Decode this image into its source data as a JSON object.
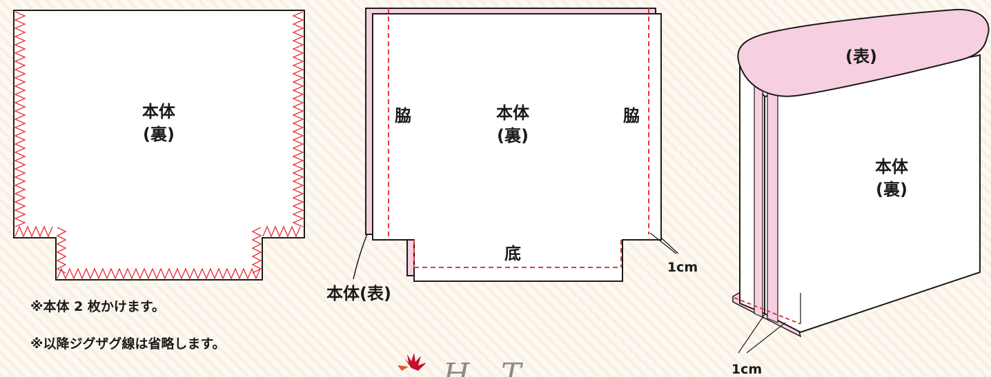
{
  "diagram1": {
    "body_label_line1": "本体",
    "body_label_line2": "(裏)",
    "note1": "※本体 2 枚かけます。",
    "note2": "※以降ジグザグ線は省略します。"
  },
  "diagram2": {
    "side_left": "脇",
    "side_right": "脇",
    "body_label_line1": "本体",
    "body_label_line2": "(裏)",
    "bottom_label": "底",
    "outer_label": "本体(表)",
    "seam_width": "1cm"
  },
  "diagram3": {
    "top_label": "(表)",
    "body_label_line1": "本体",
    "body_label_line2": "(裏)",
    "seam_width": "1cm"
  },
  "logo": {
    "letter1": "H",
    "letter2": "T",
    "icon": "red-flower-icon"
  },
  "colors": {
    "stitch_red": "#e8333a",
    "outline": "#1a1a1a",
    "pink_fill": "#f6cfe0",
    "background": "#fdf9f2"
  }
}
